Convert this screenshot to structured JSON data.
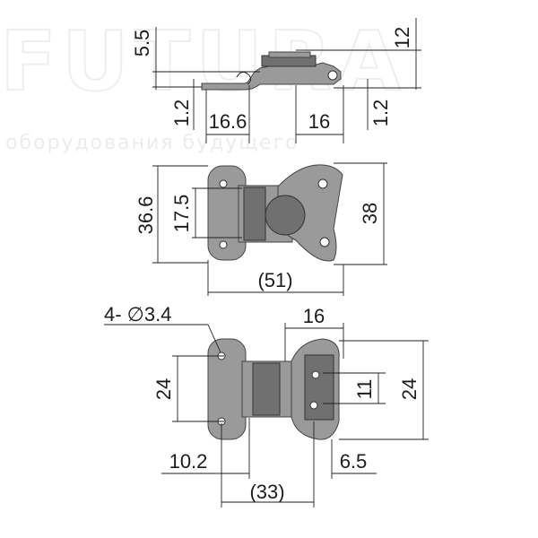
{
  "watermark": {
    "brand": "FUTURA",
    "tagline": "оборудования будущего"
  },
  "top_view": {
    "dims": {
      "d5_5": "5.5",
      "d12": "12",
      "d1_2_left": "1.2",
      "d16_6": "16.6",
      "d16": "16",
      "d1_2_right": "1.2"
    }
  },
  "front_view": {
    "dims": {
      "d36_6": "36.6",
      "d17_5": "17.5",
      "d38": "38",
      "d51": "(51)"
    }
  },
  "bottom_view": {
    "hole_note": "4- ∅3.4",
    "dims": {
      "d16": "16",
      "d24_left": "24",
      "d11": "11",
      "d24_right": "24",
      "d10_2": "10.2",
      "d6_5": "6.5",
      "d33": "(33)"
    }
  },
  "colors": {
    "part_fill": "#9a9a9a",
    "part_dark": "#707070",
    "line": "#222222",
    "watermark": "#eeeeee"
  }
}
